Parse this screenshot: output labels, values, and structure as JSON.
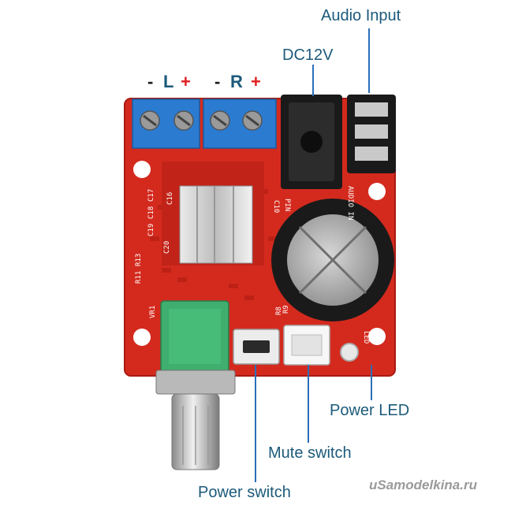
{
  "labels": {
    "audio_input": "Audio Input",
    "dc12v": "DC12V",
    "power_led": "Power LED",
    "mute_switch": "Mute switch",
    "power_switch": "Power switch"
  },
  "polarity": {
    "left_minus": "-",
    "left_letter": "L",
    "left_plus": "+",
    "right_minus": "-",
    "right_letter": "R",
    "right_plus": "+"
  },
  "silkscreen": {
    "audio_in": "AUDIO IN",
    "pin": "PIN",
    "led": "LED",
    "vr1": "VR1",
    "r8": "R8",
    "r9": "R9",
    "c10": "C10",
    "c16": "C16",
    "c17": "C17",
    "c18": "C18",
    "c19": "C19",
    "c20": "C20",
    "r13": "R13",
    "r11": "R11"
  },
  "watermark": "uSamodelkina.ru",
  "colors": {
    "pcb": "#d42a1e",
    "pcb_dark": "#a81b12",
    "terminal": "#2b7bd1",
    "pot_green": "#3fae6e",
    "label_text": "#1c5a7a",
    "callout_line": "#2a6fb8",
    "minus_sign": "#1c1c1c",
    "plus_sign": "#e01e1e"
  }
}
